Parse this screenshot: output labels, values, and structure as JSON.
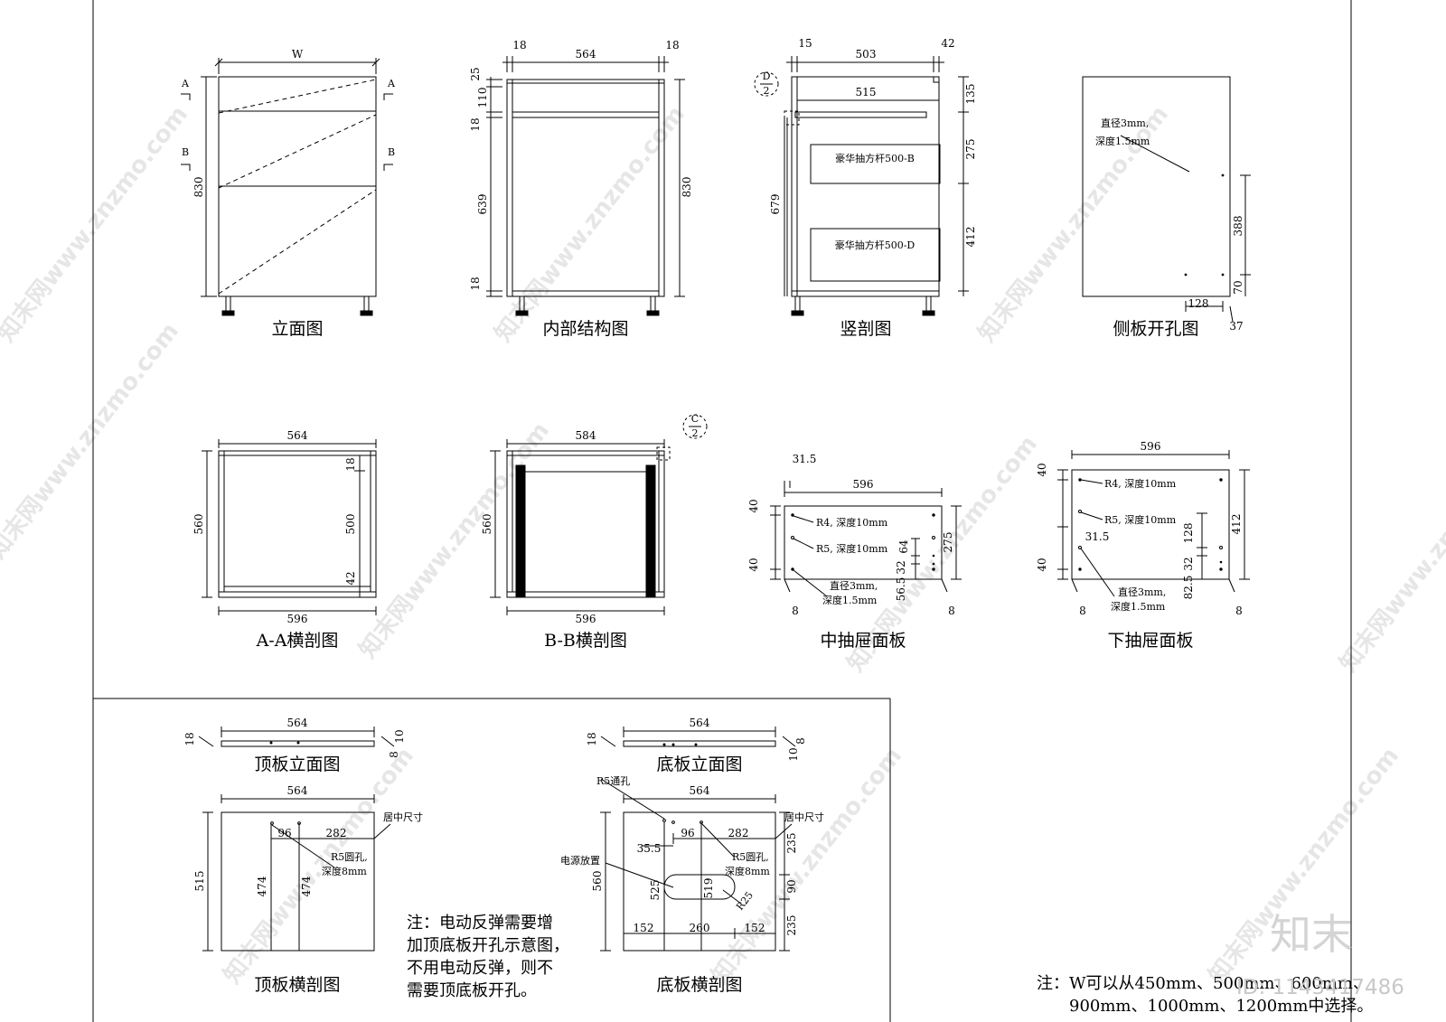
{
  "titles": {
    "elevation": "立面图",
    "internal": "内部结构图",
    "vsection": "竖剖图",
    "sidepanel": "侧板开孔图",
    "aa": "A-A横剖图",
    "bb": "B-B横剖图",
    "middrawer": "中抽屉面板",
    "lowdrawer": "下抽屉面板",
    "topelev": "顶板立面图",
    "botelev": "底板立面图",
    "topplan": "顶板横剖图",
    "botplan": "底板横剖图"
  },
  "markers": {
    "a": "A",
    "b": "B",
    "d": "D",
    "c": "C",
    "two": "2"
  },
  "labels": {
    "rail_b": "豪华抽方杆500-B",
    "rail_d": "豪华抽方杆500-D",
    "hole_a": "直径3mm,",
    "hole_b": "深度1.5mm",
    "r4": "R4, 深度10mm",
    "r5": "R5, 深度10mm",
    "hole_small_a": "直径3mm,",
    "hole_small_b": "深度1.5mm",
    "center": "居中尺寸",
    "r5round_a": "R5圆孔,",
    "r5round_b": "深度8mm",
    "r5through": "R5通孔",
    "power": "电源放置",
    "r25": "R25"
  },
  "dims": {
    "W": "W",
    "830": "830",
    "564": "564",
    "18": "18",
    "25": "25",
    "110": "110",
    "639": "639",
    "15": "15",
    "503": "503",
    "42": "42",
    "515": "515",
    "135": "135",
    "275": "275",
    "412": "412",
    "679": "679",
    "388": "388",
    "70": "70",
    "128": "128",
    "37": "37",
    "560": "560",
    "500": "500",
    "596": "596",
    "584": "584",
    "31_5": "31.5",
    "40": "40",
    "64": "64",
    "32": "32",
    "56_5": "56.5",
    "8": "8",
    "82_5": "82.5",
    "10": "10",
    "96": "96",
    "282": "282",
    "474": "474",
    "35_5": "35.5",
    "235": "235",
    "90": "90",
    "525": "525",
    "519": "519",
    "152": "152",
    "260": "260"
  },
  "notes": {
    "left": [
      "注：电动反弹需要增",
      "加顶底板开孔示意图，",
      "不用电动反弹，则不",
      "需要顶底板开孔。"
    ],
    "right_1": "注：W可以从450mm、500mm、600mm、",
    "right_2": "900mm、1000mm、1200mm中选择。"
  },
  "watermark": {
    "site": "知末网www.znzmo.com",
    "logo": "知末",
    "id": "ID: 1143417486"
  }
}
